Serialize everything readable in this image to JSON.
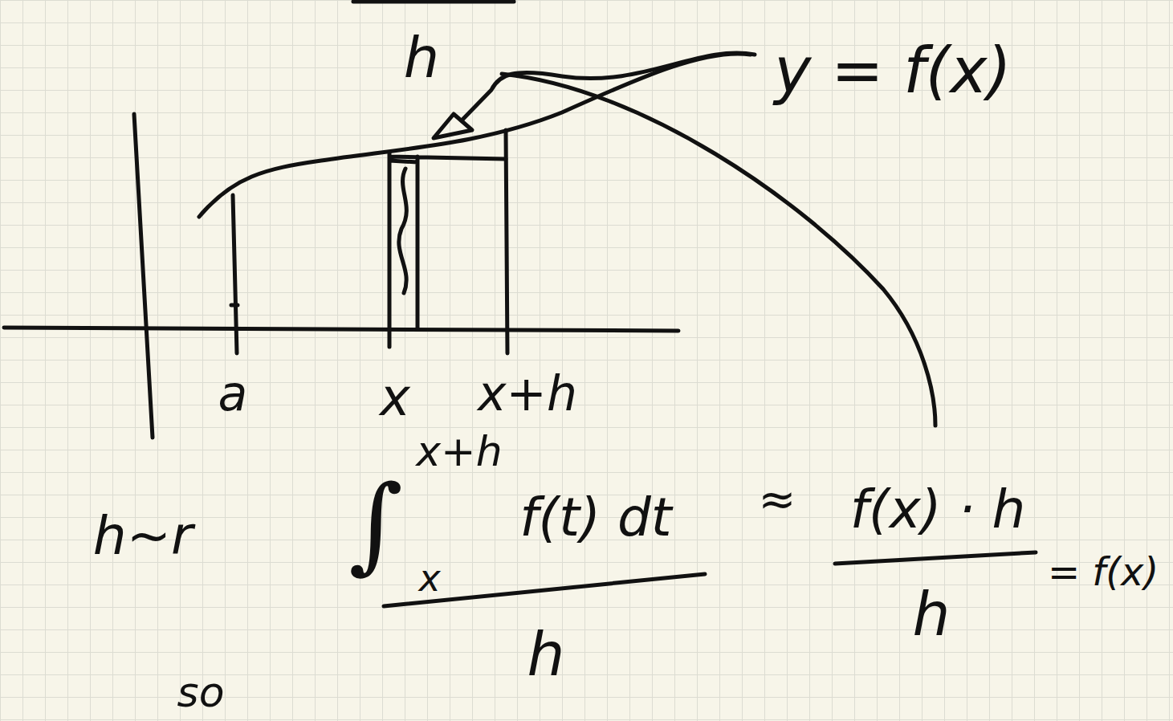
{
  "diagram": {
    "labels": [
      "h",
      "y = f(x)",
      "a",
      "x",
      "x+h",
      "h~r",
      "x+h",
      "∫",
      "x",
      "f(t) dt",
      "h",
      "≈",
      "f(x) · h",
      "h",
      "= f(x)",
      "so"
    ]
  }
}
